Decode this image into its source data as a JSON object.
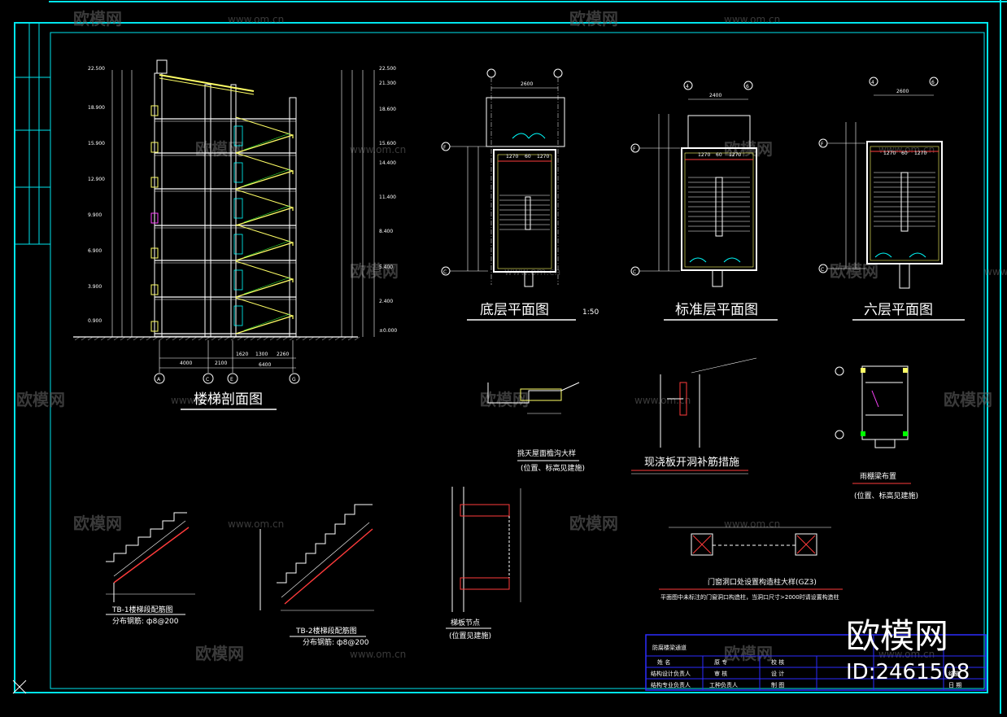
{
  "drawing": {
    "section_title": "楼梯剖面图",
    "ground_plan_title": "底层平面图",
    "scale": "1:50",
    "standard_plan_title": "标准层平面图",
    "sixth_plan_title": "六层平面图",
    "slab_opening_title": "现浇板开洞补筋措施",
    "canopy_title": "雨棚梁布置",
    "canopy_note": "(位置、标高见建施)",
    "edge_detail_title": "挑天屋面檐沟大样",
    "edge_detail_note": "(位置、标高见建施)",
    "gz3_title": "门窗洞口处设置构造柱大样(GZ3)",
    "gz3_note": "平面图中未标注的门窗洞口构造柱，当洞口尺寸>2000时请设置构造柱",
    "tb1_title": "TB-1楼梯段配筋图",
    "tb1_note": "分布钢筋: ф8@200",
    "tb2_title": "TB-2楼梯段配筋图",
    "tb2_note": "分布钢筋: ф8@200",
    "node_title": "梯板节点",
    "node_note": "(位置见建施)"
  },
  "section_levels": [
    "22.500",
    "18.900",
    "15.900",
    "12.900",
    "9.900",
    "6.900",
    "3.900",
    "0.900"
  ],
  "section_levels_right": [
    "22.500",
    "21.300",
    "18.600",
    "15.600",
    "14.400",
    "11.400",
    "8.400",
    "5.400",
    "2.400",
    "±0.000"
  ],
  "section_axes": [
    "A",
    "C",
    "E",
    "G"
  ],
  "section_dims": [
    "4000",
    "2100",
    "1620",
    "1300",
    "2260",
    "6400"
  ],
  "plan_axes": {
    "rows": [
      "F",
      "C"
    ],
    "ground_cols": [
      "",
      ""
    ],
    "std_cols": [
      "4",
      "6"
    ],
    "sixth_cols": [
      "4",
      "6"
    ]
  },
  "plan_dims": {
    "ground_width": "2600",
    "std_width": "2400",
    "sixth_width": "2600",
    "sub": [
      "1270",
      "60",
      "1270"
    ]
  },
  "title_block": {
    "project": "防腐楼梁通道",
    "rows": [
      "姓 名",
      "原 专",
      "校 核",
      "结构设计负责人",
      "审 核",
      "设 计",
      "结构专业负责人",
      "工种负责人",
      "制 图"
    ],
    "date_label": "日 期",
    "drawing_no": "结施"
  },
  "watermarks": {
    "brand": "欧模网",
    "url": "www.om.cn"
  },
  "brand_overlay": {
    "name": "欧模网",
    "id": "ID:2461508"
  },
  "colors": {
    "frame": "#00e5ee",
    "title_block": "#2c2cff",
    "line_white": "#ffffff",
    "yellow": "#ffff66",
    "green": "#39ff39",
    "red": "#ff3b3b",
    "magenta": "#ff44ff",
    "cyan": "#00ffff"
  }
}
